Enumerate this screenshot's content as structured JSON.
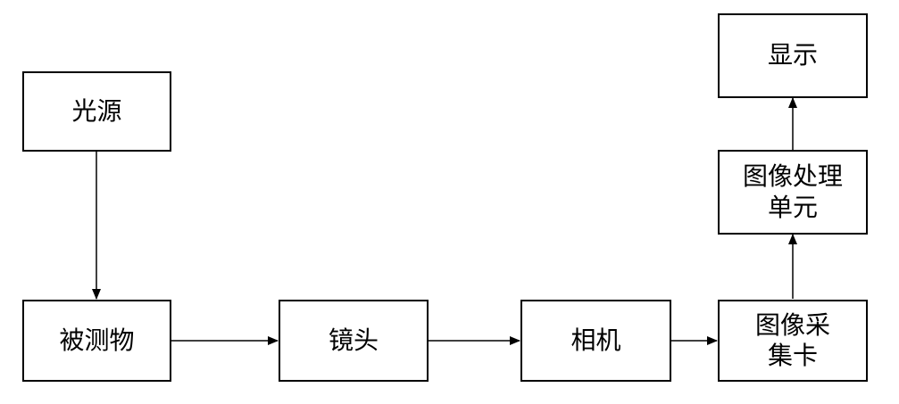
{
  "diagram": {
    "nodes": {
      "light_source": "光源",
      "object": "被测物",
      "lens": "镜头",
      "camera": "相机",
      "capture_card": "图像采\n集卡",
      "processing_unit": "图像处理\n单元",
      "display": "显示"
    },
    "edges": [
      {
        "from": "light_source",
        "to": "object"
      },
      {
        "from": "object",
        "to": "lens"
      },
      {
        "from": "lens",
        "to": "camera"
      },
      {
        "from": "camera",
        "to": "capture_card"
      },
      {
        "from": "capture_card",
        "to": "processing_unit"
      },
      {
        "from": "processing_unit",
        "to": "display"
      }
    ],
    "colors": {
      "stroke": "#000000",
      "background": "#ffffff"
    }
  }
}
